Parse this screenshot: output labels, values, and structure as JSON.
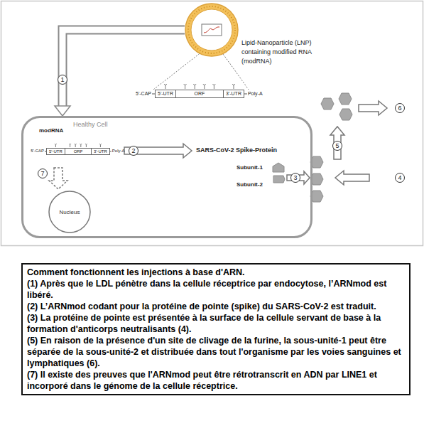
{
  "diagram": {
    "nodes": [
      {
        "text": [
          "Lipid-Nanoparticle (LNP) containing modified RNA (modRNA)"
        ]
      },
      {
        "text": [
          "5'-UTR"
        ]
      },
      {
        "text": [
          "ORF"
        ]
      },
      {
        "text": [
          "3'-UTR"
        ]
      },
      {
        "text": [
          "Healthy Cell"
        ]
      },
      {
        "text": [
          "5'-UTR"
        ],
        "in": 4
      },
      {
        "text": [
          "ORF"
        ],
        "in": 4
      },
      {
        "text": [
          "3'-UTR"
        ],
        "in": 4
      },
      {
        "text": [
          "Nucleus"
        ],
        "in": 4
      },
      {
        "text": [
          "Comment fonctionnent les injections à base d'ARN.",
          "(1) Après que le LDL pénètre dans la cellule réceptrice par endocytose, l’ARNmod est libéré.",
          "(2) L’ARNmod codant pour la protéine de pointe (spike) du SARS-CoV-2 est traduit.",
          "(3) La protéine de pointe est présentée à la surface de la cellule servant de base à la formation d'anticorps neutralisants (4).",
          "(5) En raison de la présence d'un site de clivage de la furine, la sous-unité-1 peut être séparée de la sous-unité-2 et distribuée dans tout l'organisme par les voies sanguines et lymphatiques (6).",
          "(7) Il existe des preuves que l'ARNmod peut être rétrotranscrit en ADN par LINE1 et incorporé dans le génome de la cellule réceptrice."
        ]
      }
    ],
    "edges": [
      {
        "from": 0,
        "to": 4,
        "arrow": "to"
      }
    ],
    "labels": [
      "5'-CAP",
      "Poly-A",
      "modRNA",
      "5'-CAP",
      "Poly-A",
      "SARS-CoV-2 Spike-Protein",
      "Subunit-1",
      "Subunit-2",
      "1",
      "2",
      "3",
      "4",
      "5",
      "6",
      "7"
    ]
  }
}
